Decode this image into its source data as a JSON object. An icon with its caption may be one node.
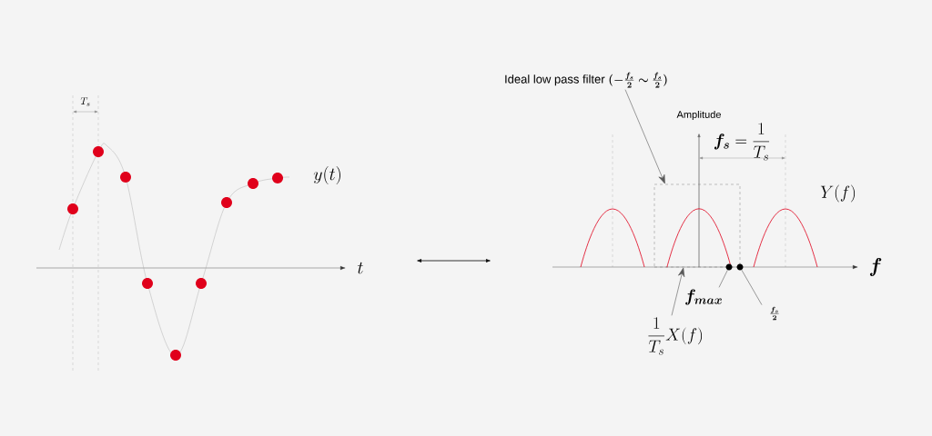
{
  "diagram": {
    "nodes": [
      {
        "text": [
          "Ideal low pass filter",
          "\\bm{(-\\frac{f_s}{2}\\sim\\frac{f_s}{2})}"
        ]
      },
      {
        "text": [],
        "shape": "box"
      },
      {
        "text": [
          "\\frac{1}{T_s}X(f)"
        ]
      },
      {
        "text": [],
        "shape": "curve",
        "in": 1
      },
      {
        "text": [
          "\\bm{f_{max}}"
        ]
      },
      {
        "text": [],
        "shape": "circle"
      },
      {
        "text": [
          "\\bm{\\frac{f_s}{2}}"
        ]
      },
      {
        "text": [],
        "shape": "circle"
      }
    ],
    "edges": [
      {
        "from": 0,
        "to": 1,
        "arrow": "to"
      },
      {
        "from": 2,
        "to": 3,
        "arrow": "to"
      },
      {
        "from": 4,
        "to": 5,
        "arrow": "none"
      },
      {
        "from": 6,
        "to": 7,
        "arrow": "none"
      }
    ],
    "labels": [
      "T_s",
      "y(t)",
      "t",
      "Amplitude",
      "\\bm{f_s}=\\frac{1}{T_s}",
      "Y(f)",
      "\\bm{f}"
    ]
  }
}
